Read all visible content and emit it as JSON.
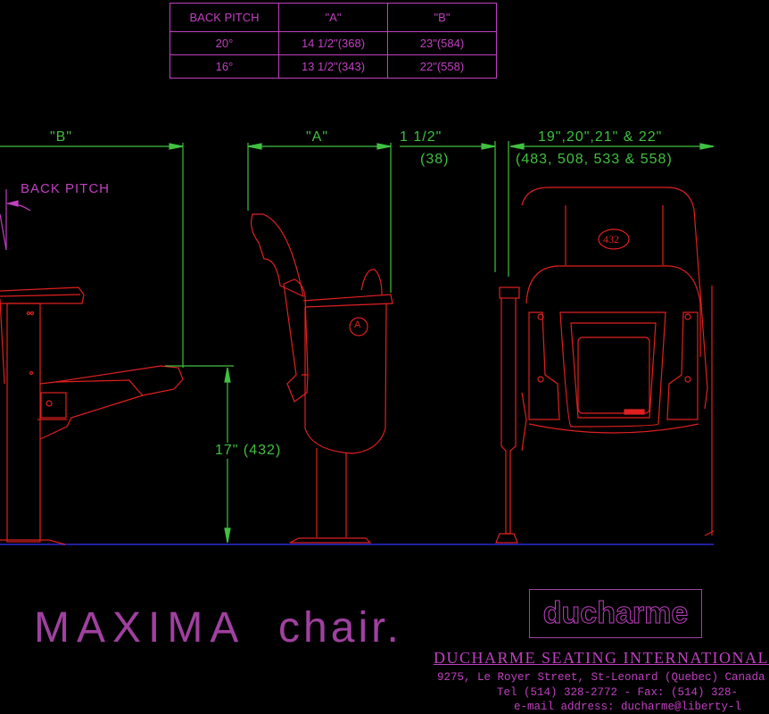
{
  "table": {
    "headers": [
      "BACK PITCH",
      "\"A\"",
      "\"B\""
    ],
    "rows": [
      [
        "20°",
        "14 1/2\"(368)",
        "23\"(584)"
      ],
      [
        "16°",
        "13 1/2\"(343)",
        "22\"(558)"
      ]
    ]
  },
  "dimensions": {
    "b_label": "\"B\"",
    "back_pitch_label": "BACK PITCH",
    "a_label": "\"A\"",
    "offset_in": "1 1/2\"",
    "offset_mm": "(38)",
    "width_in": "19\",20\",21\" & 22\"",
    "width_mm": "(483, 508, 533 & 558)",
    "seat_height": "17\" (432)"
  },
  "drawing_labels": {
    "section_marker": "A",
    "back_badge": "432"
  },
  "title": {
    "main": "MAXIMA",
    "sub": "chair."
  },
  "company": {
    "logo": "ducharme",
    "name": "DUCHARME SEATING INTERNATIONAL",
    "address": "9275, Le Royer Street, St-Leonard (Quebec) Canada",
    "phone_fax": "Tel (514) 328-2772 - Fax: (514) 328-",
    "email": "e-mail address: ducharme@liberty-l"
  },
  "colors": {
    "background": "#000000",
    "outline": "#e02020",
    "dimension": "#40c040",
    "annotation": "#c040c0",
    "floor": "#2020a0"
  }
}
